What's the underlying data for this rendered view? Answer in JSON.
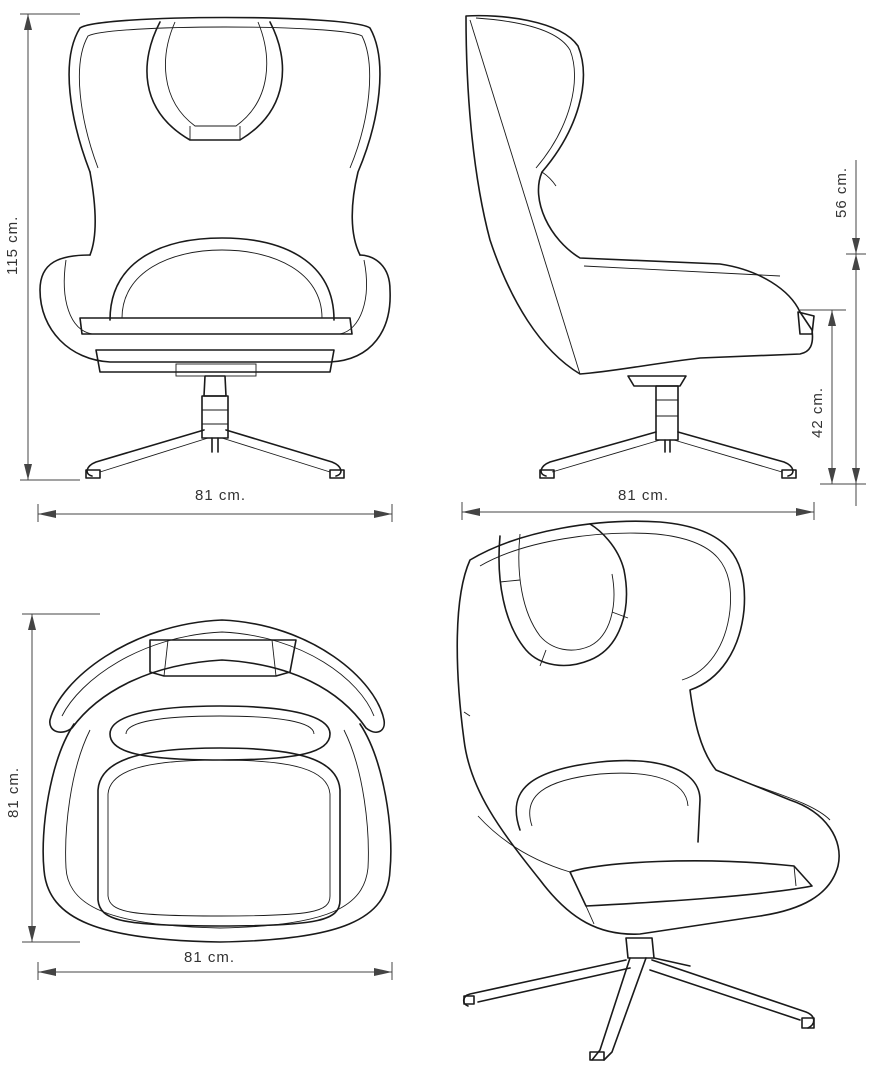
{
  "dimensions": {
    "front_height": "115 cm.",
    "front_width": "81 cm.",
    "side_width": "81 cm.",
    "side_back_height": "56 cm.",
    "side_seat_height": "42 cm.",
    "top_depth": "81 cm.",
    "top_width": "81 cm."
  },
  "colors": {
    "line": "#1a1a1a",
    "dimension": "#444444",
    "background": "#ffffff"
  }
}
